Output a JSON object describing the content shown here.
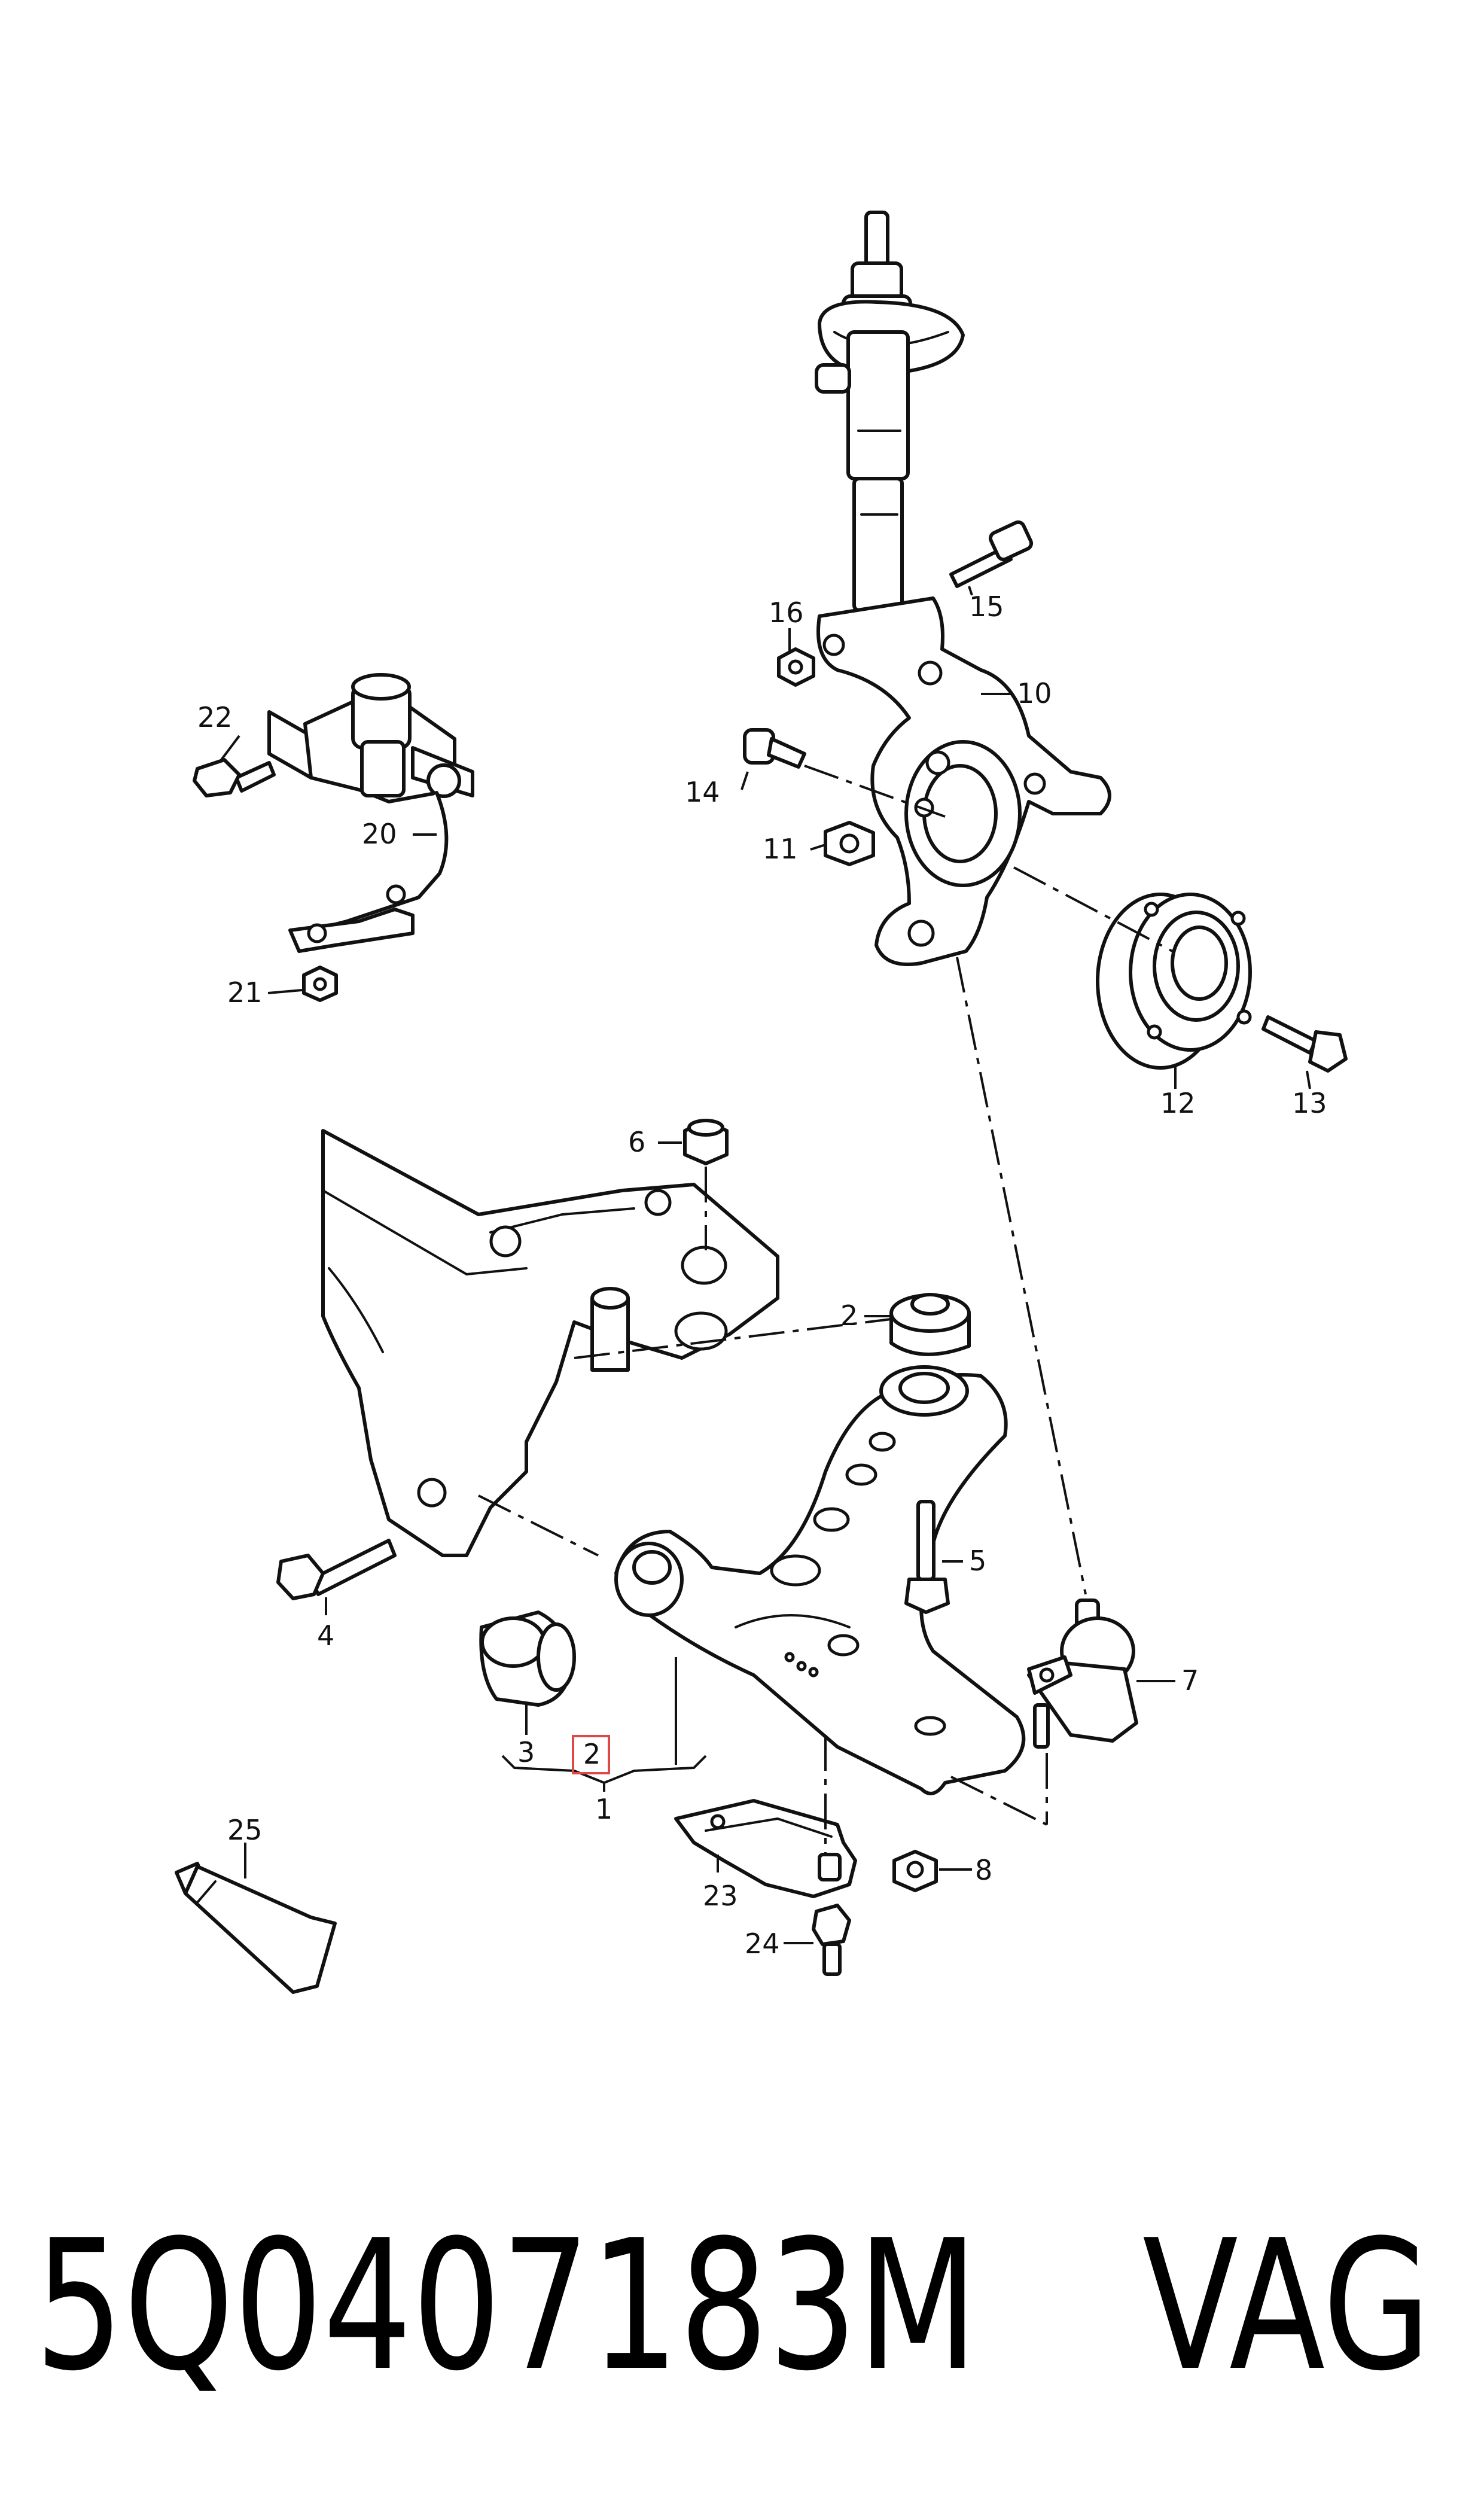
{
  "callouts": {
    "c1": "1",
    "c2a": "2",
    "c2b": "2",
    "c3": "3",
    "c4": "4",
    "c5": "5",
    "c6": "6",
    "c7": "7",
    "c8": "8",
    "c10": "10",
    "c11": "11",
    "c12": "12",
    "c13": "13",
    "c14": "14",
    "c15": "15",
    "c16": "16",
    "c20": "20",
    "c21": "21",
    "c22": "22",
    "c23": "23",
    "c24": "24",
    "c25": "25"
  },
  "highlighted_callout": "2",
  "footer": {
    "part_number": "5Q0407183M",
    "brand": "VAG"
  },
  "colors": {
    "line": "#111111",
    "highlight": "#e04848",
    "background": "#ffffff"
  }
}
